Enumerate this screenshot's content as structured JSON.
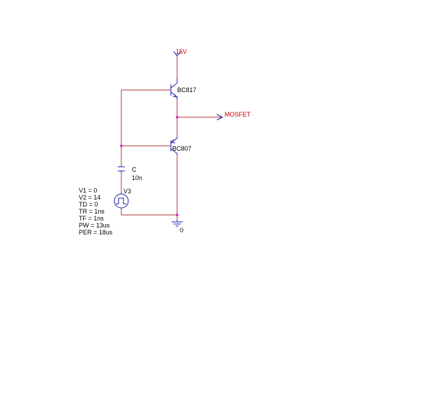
{
  "supply": {
    "label": "15V"
  },
  "transistors": [
    {
      "part": "BC817"
    },
    {
      "part": "BC807"
    }
  ],
  "output": {
    "label": "MOSFET"
  },
  "capacitor": {
    "ref": "C",
    "value": "10n"
  },
  "source": {
    "ref": "V3",
    "params": [
      "V1 = 0",
      "V2 = 14",
      "TD = 0",
      "TR = 1ns",
      "TF = 1ns",
      "PW = 13us",
      "PER = 18us"
    ]
  },
  "ground": {
    "label": "0"
  },
  "colors": {
    "wire": "#b0303a",
    "component": "#1a1aa8",
    "junction": "#d020c0",
    "net_label": "#cc0000"
  }
}
